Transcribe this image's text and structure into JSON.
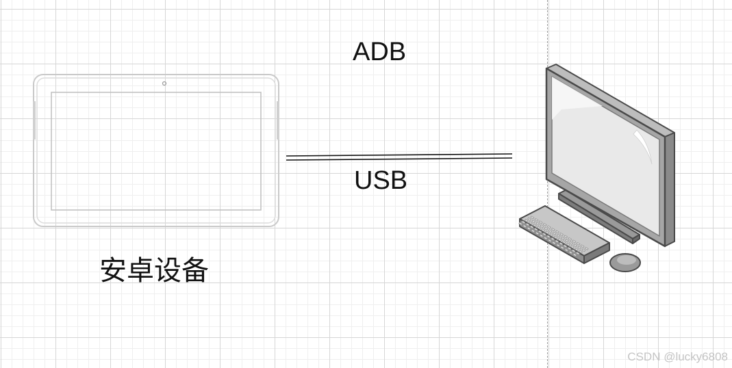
{
  "labels": {
    "protocol_top": "ADB",
    "protocol_bottom": "USB",
    "device": "安卓设备"
  },
  "watermark": "CSDN @lucky6808",
  "icons": {
    "device": "tablet-icon",
    "computer": "desktop-computer-icon"
  },
  "colors": {
    "background": "#ffffff",
    "grid_major": "#d6d6d6",
    "grid_minor": "#efefef",
    "divider": "#9a9a9a",
    "text": "#111111"
  }
}
